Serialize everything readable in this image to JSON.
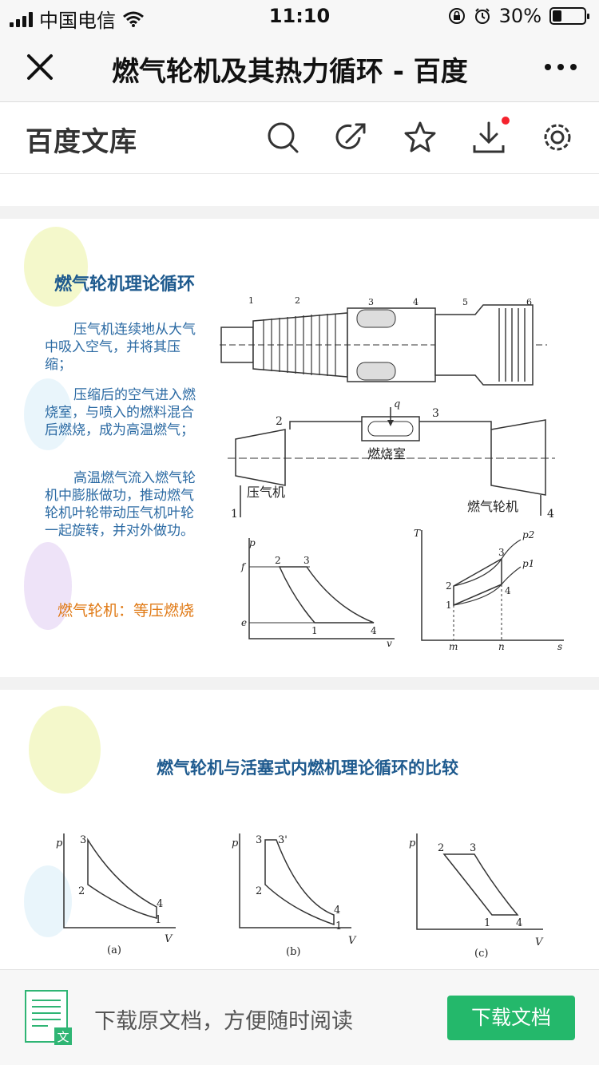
{
  "status_bar": {
    "carrier": "中国电信",
    "time": "11:10",
    "battery": "30%",
    "battery_level": 0.3
  },
  "title_bar": {
    "title": "燃气轮机及其热力循环 - 百度"
  },
  "library_bar": {
    "brand": "百度文库",
    "icons": [
      "search-icon",
      "share-icon",
      "star-icon",
      "download-icon",
      "settings-icon"
    ],
    "notification_dot_color": "#f5222d"
  },
  "slide1": {
    "title": "燃气轮机理论循环",
    "paragraphs": [
      "压气机连续地从大气中吸入空气，并将其压缩；",
      "压缩后的空气进入燃烧室，与喷入的燃料混合后燃烧，成为高温燃气；",
      "高温燃气流入燃气轮机中膨胀做功，推动燃气轮机叶轮带动压气机叶轮一起旋转，并对外做功。"
    ],
    "summary": "燃气轮机：等压燃烧",
    "engine_labels": [
      "1",
      "2",
      "3",
      "4",
      "5",
      "6"
    ],
    "schematic": {
      "combustor_label": "燃烧室",
      "compressor_label": "压气机",
      "turbine_label": "燃气轮机",
      "heat_label": "q",
      "points": [
        "1",
        "2",
        "3",
        "4"
      ]
    },
    "pv_diagram": {
      "y_axis": "p",
      "x_axis": "v",
      "pressure_labels": [
        "f",
        "e"
      ],
      "points": [
        "2",
        "3",
        "1",
        "4"
      ]
    },
    "ts_diagram": {
      "y_axis": "T",
      "x_axis": "s",
      "isobars": [
        "p2",
        "p1"
      ],
      "points": [
        "3",
        "2",
        "1",
        "4"
      ],
      "ticks": [
        "m",
        "n"
      ]
    }
  },
  "slide2": {
    "title": "燃气轮机与活塞式内燃机理论循环的比较",
    "diagrams": [
      {
        "caption": "(a)",
        "y_axis": "p",
        "x_axis": "V",
        "points": [
          "3",
          "2",
          "4",
          "1"
        ]
      },
      {
        "caption": "(b)",
        "y_axis": "p",
        "x_axis": "V",
        "points": [
          "3",
          "3'",
          "2",
          "4",
          "1"
        ]
      },
      {
        "caption": "(c)",
        "y_axis": "p",
        "x_axis": "V",
        "points": [
          "2",
          "3",
          "1",
          "4"
        ]
      }
    ]
  },
  "bottom_bar": {
    "tip": "下载原文档，方便随时阅读",
    "download_button": "下载文档",
    "doc_badge": "文",
    "accent_color": "#24b86b"
  }
}
